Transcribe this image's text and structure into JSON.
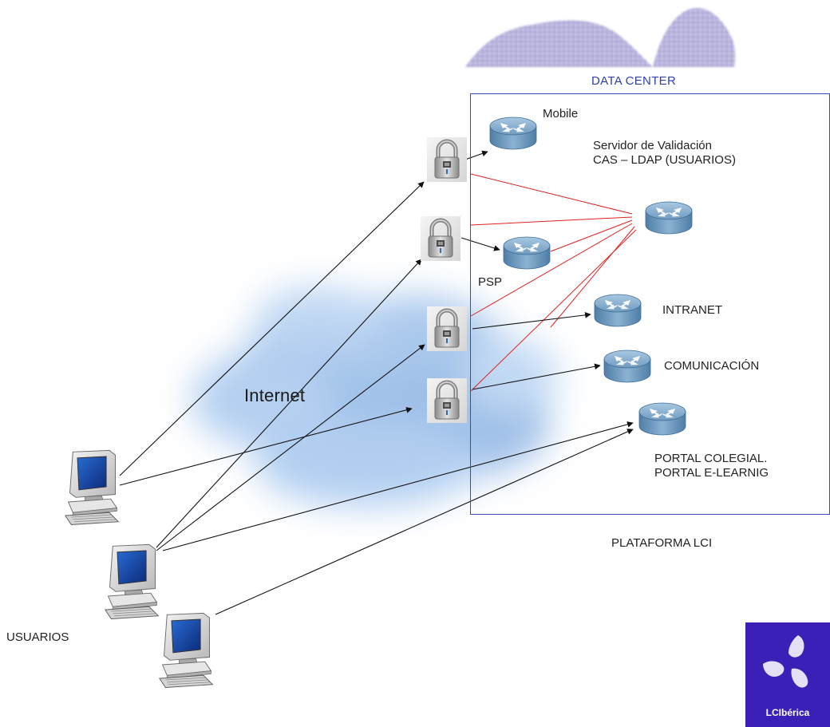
{
  "diagram": {
    "datacenter_label": "DATA CENTER",
    "platform_label": "PLATAFORMA LCI",
    "internet_label": "Internet",
    "users_label": "USUARIOS",
    "nodes": {
      "mobile": "Mobile",
      "validation_server": "Servidor de Validación\nCAS – LDAP (USUARIOS)",
      "psp": "PSP",
      "intranet": "INTRANET",
      "comunicacion": "COMUNICACIÓN",
      "portal": "PORTAL COLEGIAL.\nPORTAL E-LEARNIG"
    },
    "logo_text": "LCIbérica",
    "colors": {
      "box_border": "#3a46c8",
      "red_link": "#e02020",
      "arrow": "#111111",
      "router": "#6f9bc0",
      "logo_bg": "#3b1fb6"
    },
    "icons": {
      "router": "router-icon",
      "lock": "padlock-icon",
      "computer": "desktop-computer-icon",
      "cloud": "internet-cloud",
      "mountain": "datacenter-mountain-image"
    }
  }
}
